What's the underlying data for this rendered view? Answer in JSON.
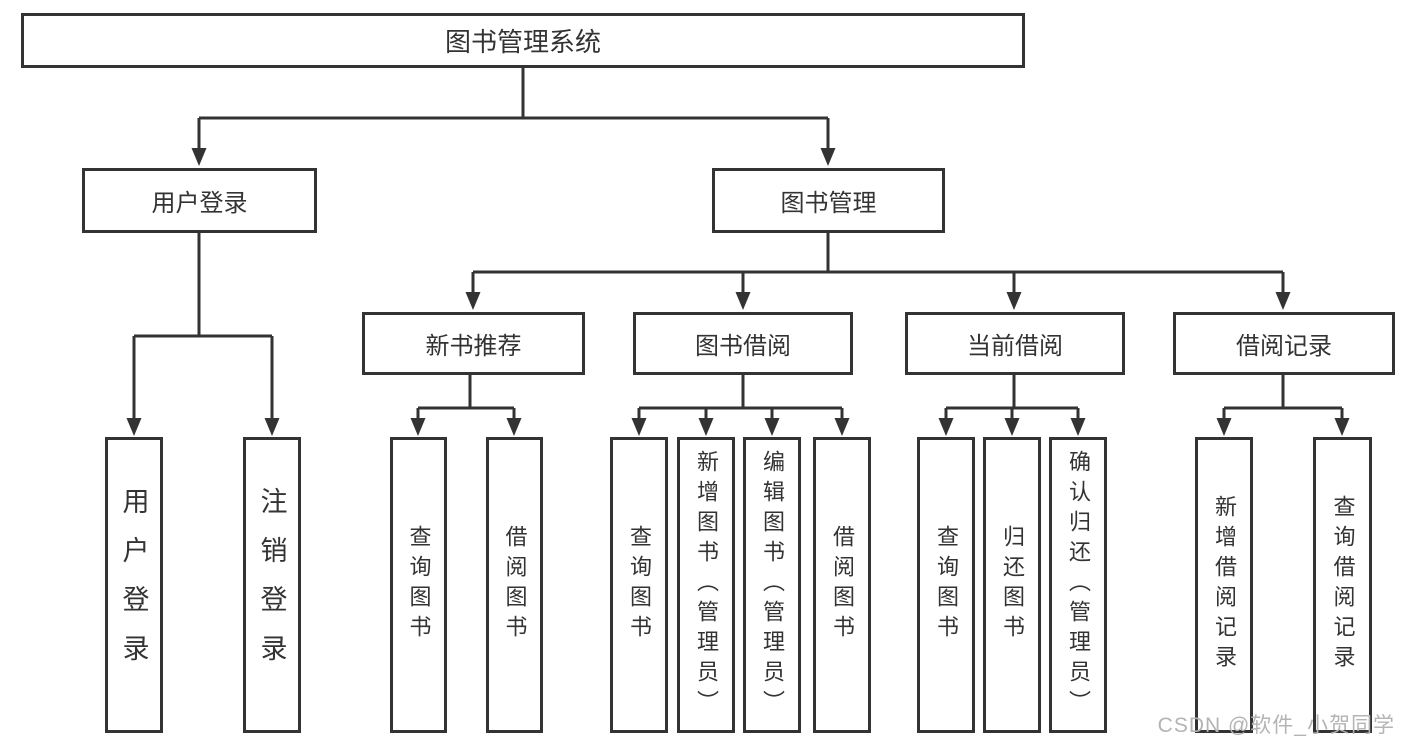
{
  "colors": {
    "line": "#333333",
    "text": "#333333",
    "node_background": "#ffffff",
    "page_background": "#ffffff",
    "watermark_text": "#b4b4b4"
  },
  "root": {
    "label": "图书管理系统"
  },
  "level2": {
    "user_login": {
      "label": "用户登录"
    },
    "book_management": {
      "label": "图书管理"
    }
  },
  "groups": {
    "user_login": {
      "leaves": [
        "用户登录",
        "注销登录"
      ]
    },
    "new_book_recommend": {
      "label": "新书推荐",
      "leaves": [
        "查询图书",
        "借阅图书"
      ]
    },
    "book_borrow": {
      "label": "图书借阅",
      "leaves": [
        "查询图书",
        "新增图书（管理员）",
        "编辑图书（管理员）",
        "借阅图书"
      ]
    },
    "current_borrow": {
      "label": "当前借阅",
      "leaves": [
        "查询图书",
        "归还图书",
        "确认归还（管理员）"
      ]
    },
    "borrow_record": {
      "label": "借阅记录",
      "leaves": [
        "新增借阅记录",
        "查询借阅记录"
      ]
    }
  },
  "watermark": {
    "text": "CSDN @软件_小贺同学"
  }
}
